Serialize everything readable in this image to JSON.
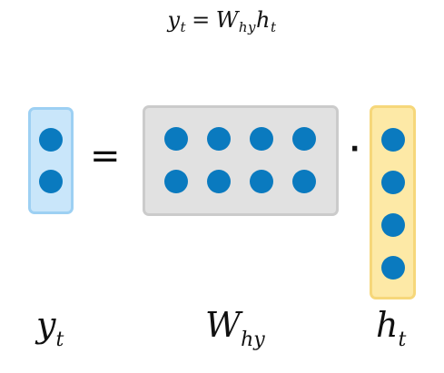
{
  "equation": {
    "lhs": "y",
    "lhs_sub": "t",
    "equals": "=",
    "matrix": "W",
    "matrix_sub": "hy",
    "vector": "h",
    "vector_sub": "t"
  },
  "operators": {
    "equals": "=",
    "dot": "·"
  },
  "labels": {
    "output_main": "y",
    "output_sub": "t",
    "weight_main": "W",
    "weight_sub": "hy",
    "hidden_main": "h",
    "hidden_sub": "t"
  },
  "colors": {
    "dot": "#0a7abf",
    "output_fill": "#c9e6fa",
    "weight_fill": "#e1e1e1",
    "hidden_fill": "#fde9a6"
  },
  "dimensions": {
    "output_vector_size": 2,
    "weight_matrix_rows": 2,
    "weight_matrix_cols": 4,
    "hidden_vector_size": 4
  }
}
